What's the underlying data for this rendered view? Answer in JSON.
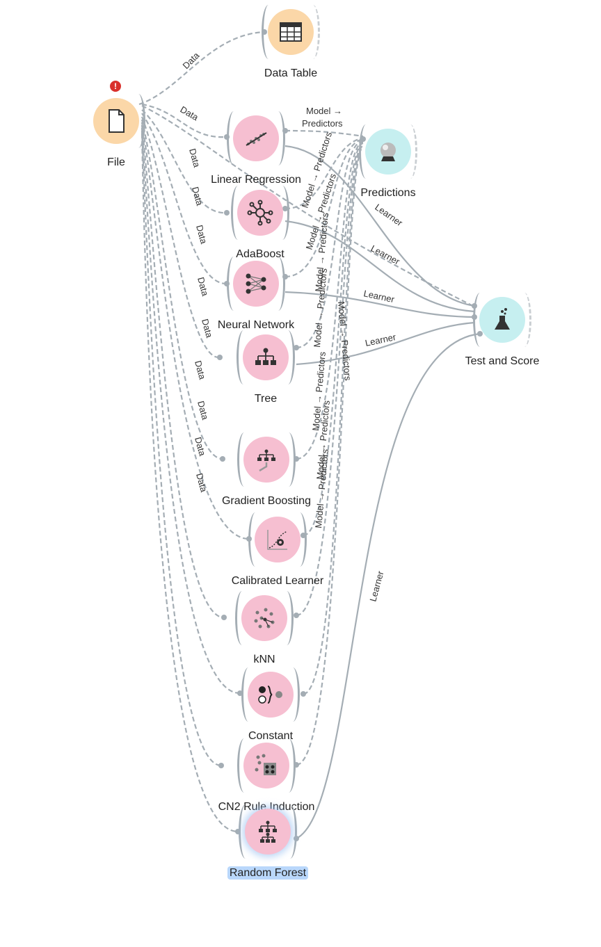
{
  "canvas": {
    "title": ""
  },
  "colors": {
    "model": "#f6bfd1",
    "data": "#fbd7a8",
    "evaluate": "#c6eff0",
    "link": "#a4adb4",
    "selection": "#b9d7fb",
    "warning": "#d9302c"
  },
  "warning_badge": "!",
  "nodes": {
    "file": {
      "label": "File",
      "icon": "file-icon"
    },
    "data_table": {
      "label": "Data Table",
      "icon": "table-icon"
    },
    "predictions": {
      "label": "Predictions",
      "icon": "crystal-ball-icon"
    },
    "test_and_score": {
      "label": "Test and Score",
      "icon": "flask-icon"
    },
    "linear_regression": {
      "label": "Linear Regression",
      "icon": "regression-icon"
    },
    "adaboost": {
      "label": "AdaBoost",
      "icon": "adaboost-icon"
    },
    "neural_network": {
      "label": "Neural Network",
      "icon": "neural-network-icon"
    },
    "tree": {
      "label": "Tree",
      "icon": "tree-icon"
    },
    "gradient_boosting": {
      "label": "Gradient Boosting",
      "icon": "gradient-boosting-icon"
    },
    "calibrated_learner": {
      "label": "Calibrated Learner",
      "icon": "calibrated-icon"
    },
    "knn": {
      "label": "kNN",
      "icon": "knn-icon"
    },
    "constant": {
      "label": "Constant",
      "icon": "constant-icon"
    },
    "cn2": {
      "label": "CN2 Rule Induction",
      "icon": "cn2-icon"
    },
    "random_forest": {
      "label": "Random Forest",
      "icon": "random-forest-icon",
      "selected": true
    }
  },
  "link_labels": {
    "data": "Data",
    "learner": "Learner",
    "model_predictors_1": "Model →",
    "model_predictors_2": "Predictors",
    "model_predictors": "Model → Predictors"
  }
}
